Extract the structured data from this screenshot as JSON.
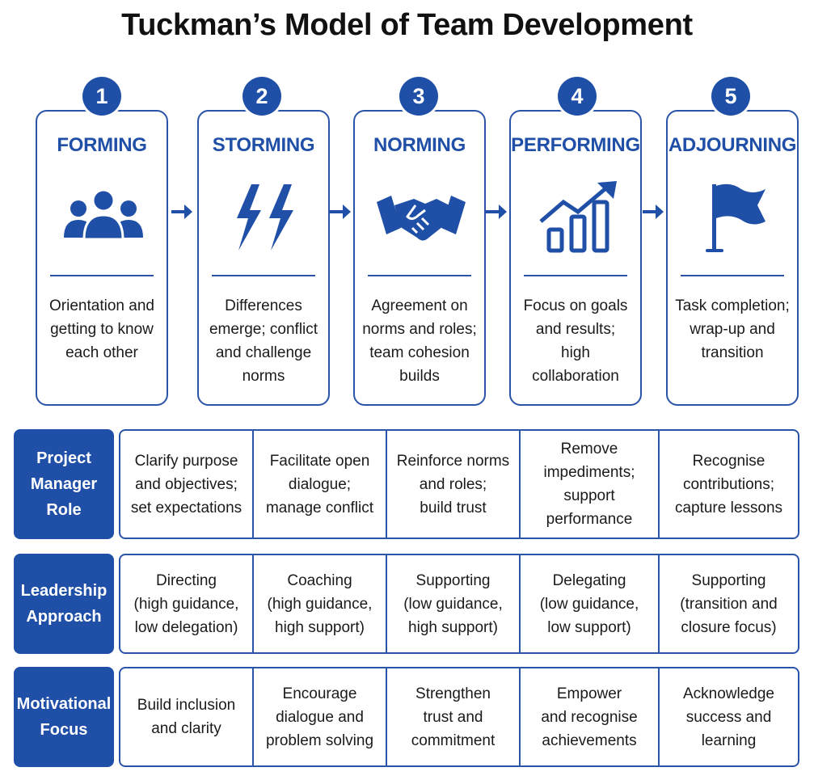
{
  "title": "Tuckman’s Model of Team Development",
  "colors": {
    "accent": "#1f4fa6",
    "border": "#2a54a8",
    "text": "#1a1a1a"
  },
  "stages": [
    {
      "number": "1",
      "name": "FORMING",
      "icon": "team-people-icon",
      "description": "Orientation and\ngetting to know\neach other"
    },
    {
      "number": "2",
      "name": "STORMING",
      "icon": "lightning-bolts-icon",
      "description": "Differences\nemerge; conflict\nand challenge\nnorms"
    },
    {
      "number": "3",
      "name": "NORMING",
      "icon": "handshake-icon",
      "description": "Agreement on\nnorms and roles;\nteam cohesion\nbuilds"
    },
    {
      "number": "4",
      "name": "PERFORMING",
      "icon": "rising-bar-chart-icon",
      "description": "Focus on goals\nand results;\nhigh collaboration"
    },
    {
      "number": "5",
      "name": "ADJOURNING",
      "icon": "flag-icon",
      "description": "Task completion;\nwrap-up and\ntransition"
    }
  ],
  "rows": [
    {
      "label": "Project\nManager\nRole",
      "cells": [
        "Clarify purpose\nand objectives;\nset expectations",
        "Facilitate open\ndialogue;\nmanage conflict",
        "Reinforce norms\nand roles;\nbuild trust",
        "Remove\nimpediments;\nsupport performance",
        "Recognise\ncontributions;\ncapture lessons"
      ]
    },
    {
      "label": "Leadership\nApproach",
      "cells": [
        "Directing\n(high guidance,\nlow delegation)",
        "Coaching\n(high guidance,\nhigh support)",
        "Supporting\n(low guidance,\nhigh support)",
        "Delegating\n(low guidance,\nlow support)",
        "Supporting\n(transition and\nclosure focus)"
      ]
    },
    {
      "label": "Motivational\nFocus",
      "cells": [
        "Build inclusion\nand clarity",
        "Encourage\ndialogue and\nproblem solving",
        "Strengthen\ntrust and\ncommitment",
        "Empower\nand recognise\nachievements",
        "Acknowledge\nsuccess and\nlearning"
      ]
    }
  ]
}
